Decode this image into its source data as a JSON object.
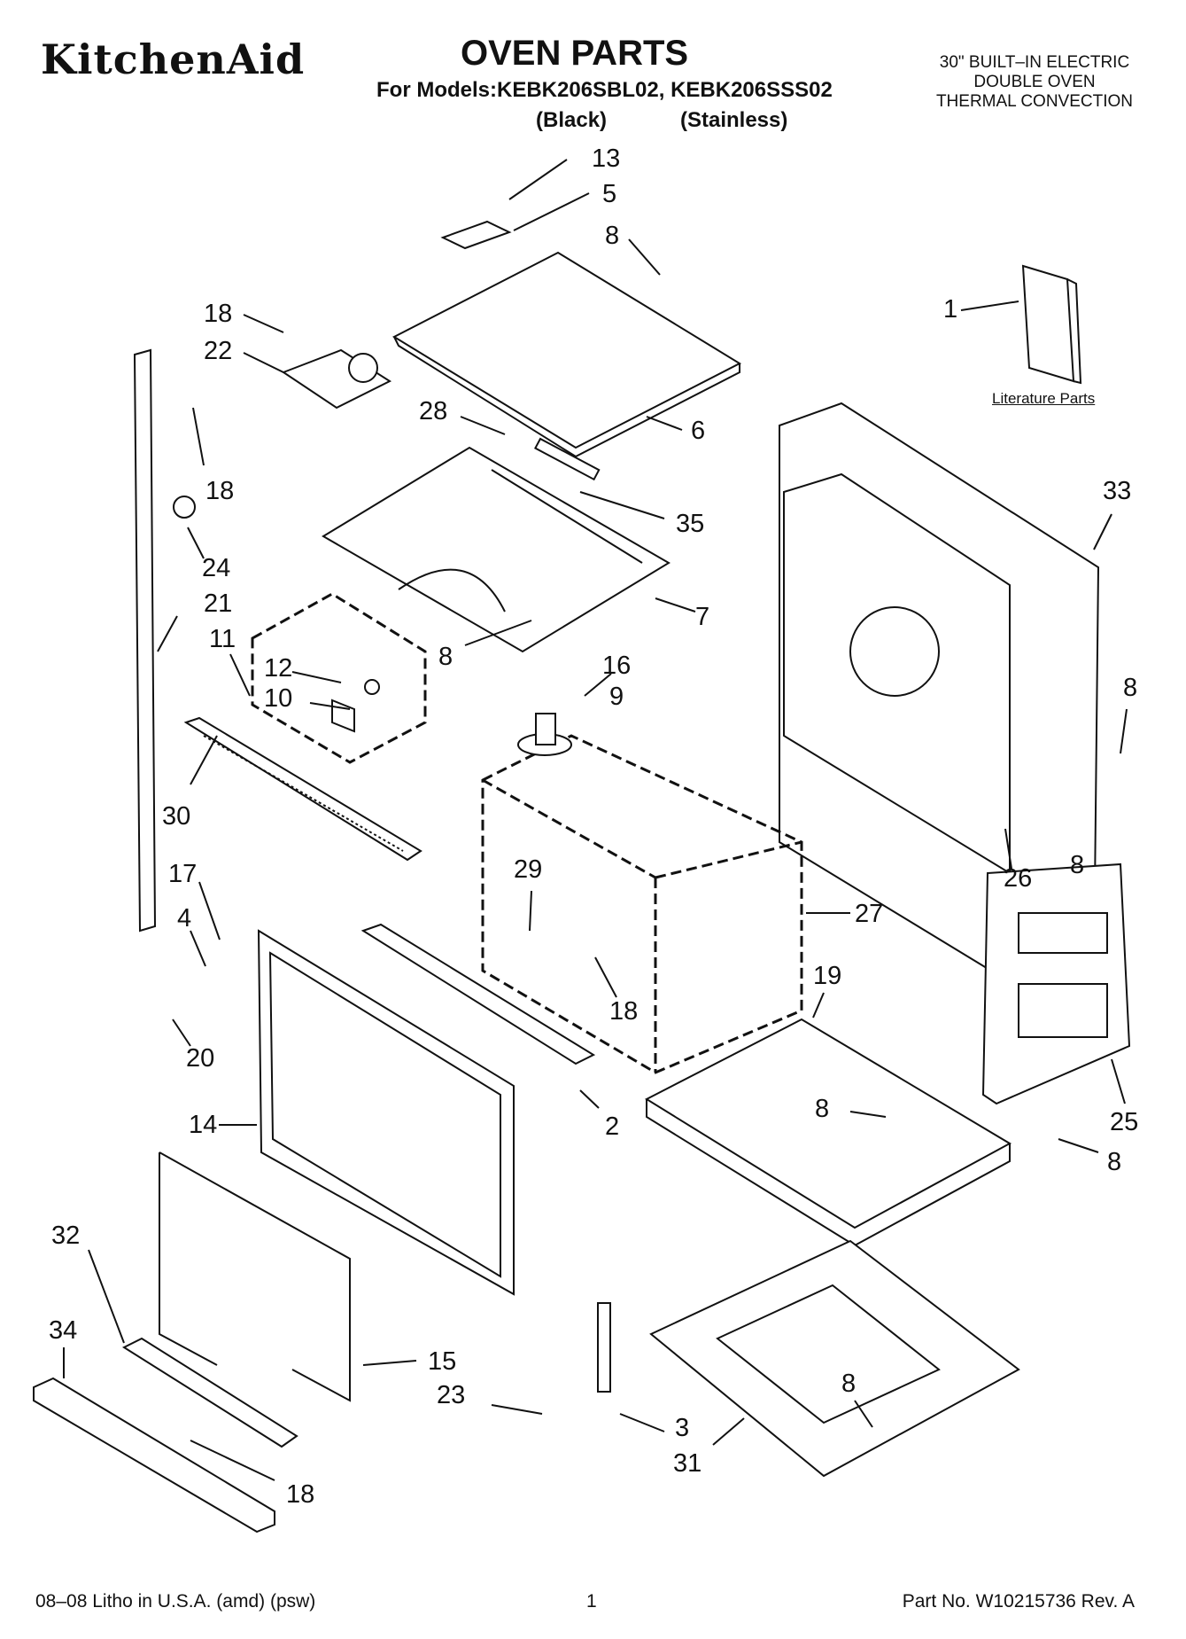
{
  "header": {
    "brand": "KitchenAid",
    "title": "OVEN PARTS",
    "models_line": "For Models:KEBK206SBL02, KEBK206SSS02",
    "variant_black": "(Black)",
    "variant_stainless": "(Stainless)",
    "product_lines": [
      "30\" BUILT–IN ELECTRIC",
      "DOUBLE OVEN",
      "THERMAL CONVECTION"
    ]
  },
  "literature_label": "Literature Parts",
  "callouts": [
    "13",
    "5",
    "8",
    "18",
    "22",
    "1",
    "28",
    "6",
    "18",
    "33",
    "35",
    "24",
    "21",
    "7",
    "11",
    "8",
    "16",
    "12",
    "9",
    "10",
    "8",
    "30",
    "8",
    "17",
    "29",
    "26",
    "27",
    "4",
    "19",
    "18",
    "20",
    "25",
    "8",
    "2",
    "14",
    "8",
    "32",
    "34",
    "15",
    "8",
    "23",
    "3",
    "31",
    "18"
  ],
  "footer": {
    "left": "08–08 Litho in U.S.A. (amd) (psw)",
    "center": "1",
    "right": "Part No. W10215736 Rev. A"
  }
}
